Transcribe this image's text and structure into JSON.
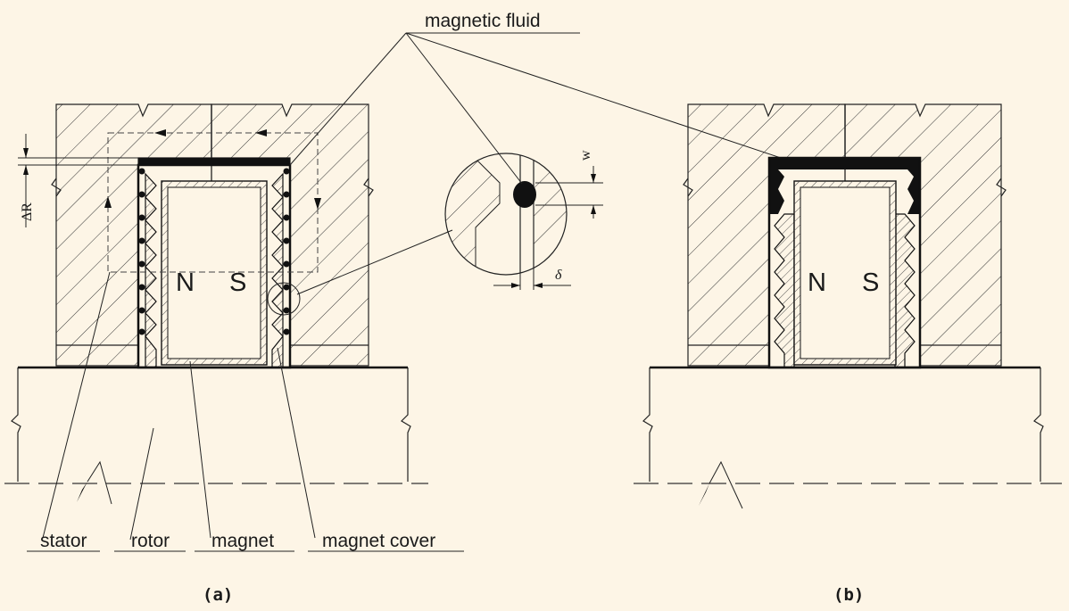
{
  "labels": {
    "magnetic_fluid": "magnetic fluid",
    "stator": "stator",
    "rotor": "rotor",
    "magnet": "magnet",
    "magnet_cover": "magnet cover",
    "pole_n": "N",
    "pole_s": "S",
    "delta_r": "ΔR",
    "w": "w",
    "delta": "δ"
  },
  "captions": {
    "a": "(a)",
    "b": "(b)"
  },
  "colors": {
    "background": "#fdf5e6",
    "ink": "#1a1a1a"
  }
}
